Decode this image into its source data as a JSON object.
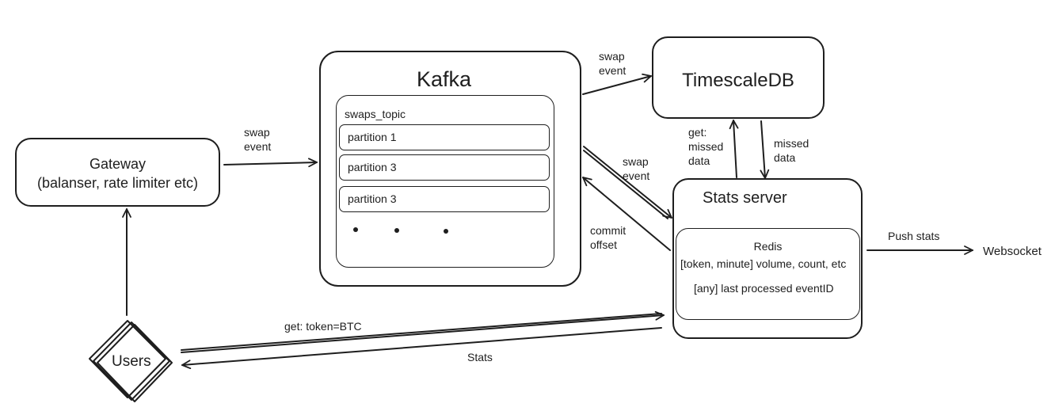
{
  "gateway": {
    "title": "Gateway",
    "subtitle": "(balanser, rate limiter etc)"
  },
  "kafka": {
    "title": "Kafka",
    "topic": "swaps_topic",
    "partitions": [
      "partition 1",
      "partition 3",
      "partition 3"
    ]
  },
  "timescale": {
    "title": "TimescaleDB"
  },
  "stats_server": {
    "title": "Stats server",
    "redis": {
      "title": "Redis",
      "line1": "[token, minute] volume, count, etc",
      "line2": "[any] last processed eventID"
    }
  },
  "users": {
    "label": "Users"
  },
  "websocket": {
    "label": "Websocket"
  },
  "edges": {
    "gateway_to_kafka": [
      "swap",
      "event"
    ],
    "kafka_to_timescale": [
      "swap",
      "event"
    ],
    "kafka_to_stats": [
      "swap",
      "event"
    ],
    "stats_to_kafka": [
      "commit",
      "offset"
    ],
    "stats_to_timescale": [
      "get:",
      "missed",
      "data"
    ],
    "timescale_to_stats": [
      "missed",
      "data"
    ],
    "push_stats": "Push stats",
    "users_request": "get: token=BTC",
    "stats_response": "Stats"
  },
  "colors": {
    "stroke": "#1e1e1e",
    "background": "#ffffff"
  }
}
